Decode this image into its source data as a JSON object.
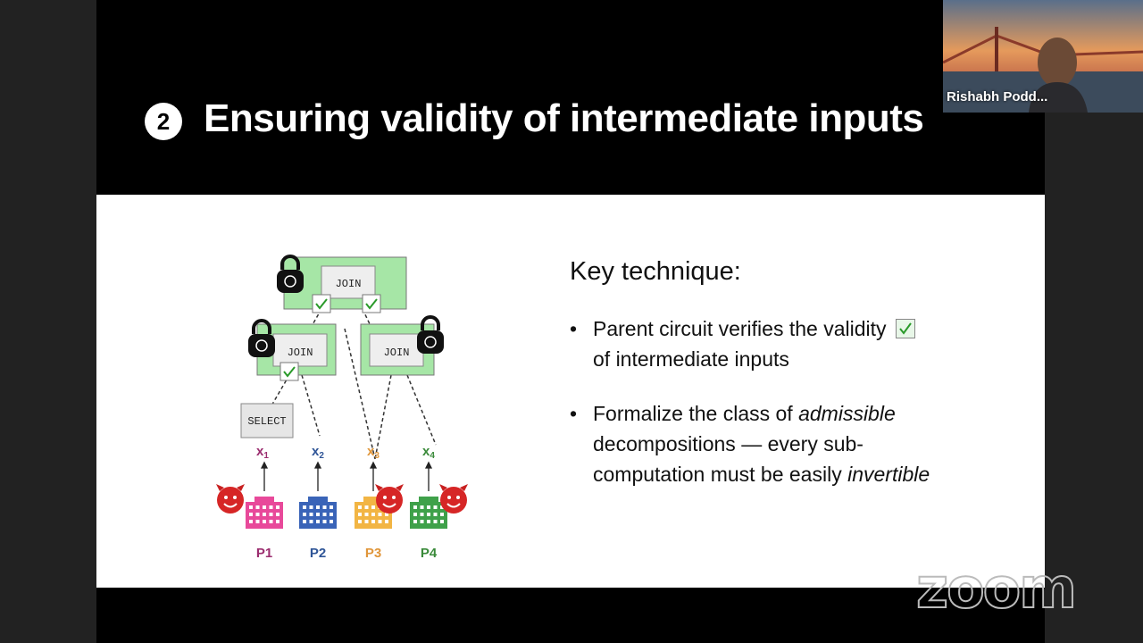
{
  "slide": {
    "number": "2",
    "title": "Ensuring validity of intermediate inputs",
    "key_title": "Key technique:",
    "bullets": [
      {
        "prefix": "Parent circuit verifies the validity",
        "suffix": "of intermediate inputs"
      },
      {
        "prefix": "Formalize the class of",
        "emph": "admissible",
        "middle": "decompositions — every sub-computation must be easily",
        "emph2": "invertible"
      }
    ]
  },
  "diagram": {
    "join_label": "JOIN",
    "select_label": "SELECT",
    "inputs": [
      {
        "label": "x",
        "sub": "1",
        "color": "#9b2d6f"
      },
      {
        "label": "x",
        "sub": "2",
        "color": "#2f5597"
      },
      {
        "label": "x",
        "sub": "3",
        "color": "#e0963a"
      },
      {
        "label": "x",
        "sub": "4",
        "color": "#3a8a3a"
      }
    ],
    "parties": [
      {
        "label": "P1",
        "color": "#9b2d6f",
        "building_color": "#e8499a",
        "malicious": true
      },
      {
        "label": "P2",
        "color": "#2f5597",
        "building_color": "#3a64b8",
        "malicious": false
      },
      {
        "label": "P3",
        "color": "#e0963a",
        "building_color": "#f2b544",
        "malicious": true
      },
      {
        "label": "P4",
        "color": "#3a8a3a",
        "building_color": "#3fa14a",
        "malicious": true
      }
    ]
  },
  "video": {
    "participant_name": "Rishabh Podd..."
  },
  "watermark": "zoom"
}
